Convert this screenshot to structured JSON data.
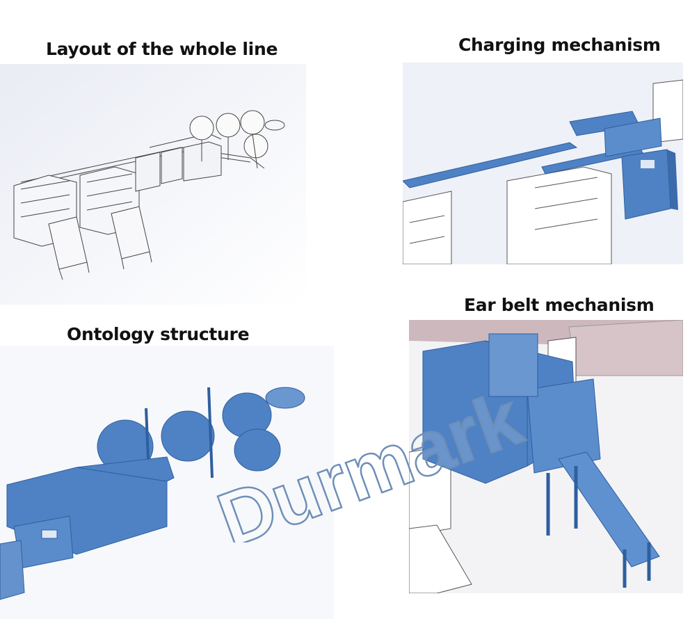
{
  "captions": {
    "whole_line": "Layout of the whole line",
    "charging": "Charging mechanism",
    "ontology": "Ontology structure",
    "ear_belt": "Ear belt mechanism"
  },
  "watermark": {
    "text": "Durmark"
  },
  "colors": {
    "machine_blue": "#4f82c4",
    "machine_blue_dark": "#2e5f9e",
    "line_drawing": "#444444",
    "panel_bg_light": "#eef1f7",
    "watermark_stroke": "#6f8fb8",
    "wall_pink": "#cdb8bd"
  }
}
